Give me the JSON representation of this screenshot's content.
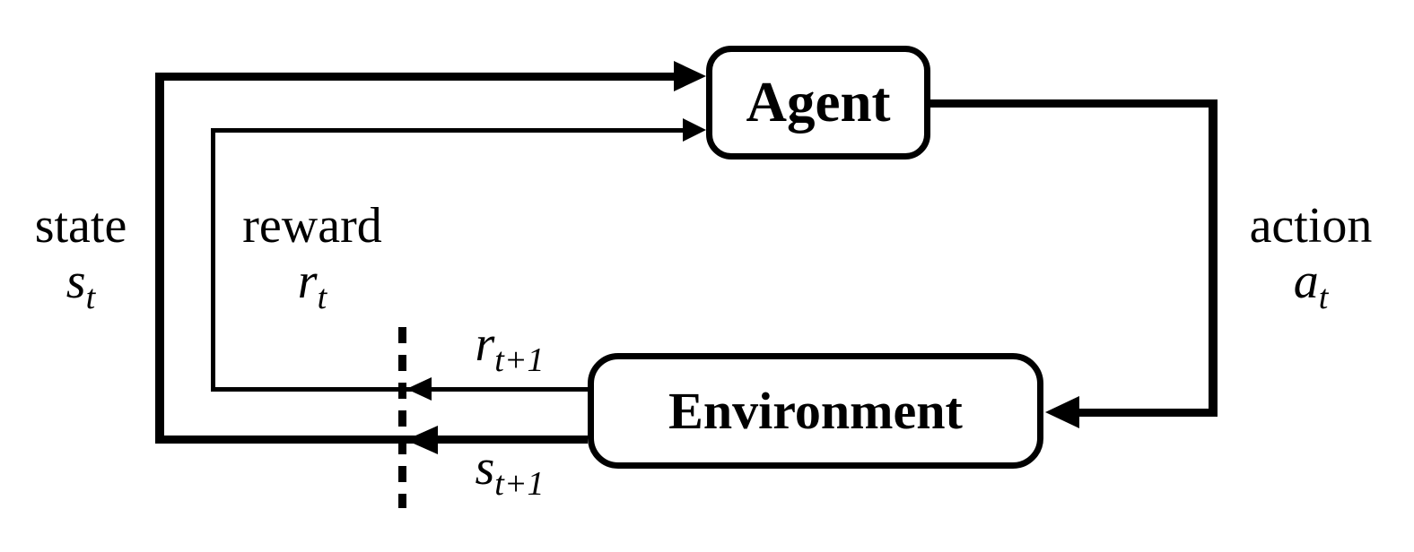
{
  "diagram": {
    "type": "flow-loop",
    "background_color": "#ffffff",
    "line_color": "#000000",
    "nodes": {
      "agent": {
        "label": "Agent"
      },
      "environment": {
        "label": "Environment"
      }
    },
    "signals": {
      "state": {
        "word": "state",
        "symbol": "s",
        "subscript": "t"
      },
      "reward": {
        "word": "reward",
        "symbol": "r",
        "subscript": "t"
      },
      "action": {
        "word": "action",
        "symbol": "a",
        "subscript": "t"
      },
      "next_reward": {
        "symbol": "r",
        "subscript": "t+1"
      },
      "next_state": {
        "symbol": "s",
        "subscript": "t+1"
      }
    },
    "edges": [
      {
        "from": "environment",
        "to": "agent",
        "signal": "state",
        "style": "thick"
      },
      {
        "from": "environment",
        "to": "agent",
        "signal": "reward",
        "style": "thin"
      },
      {
        "from": "agent",
        "to": "environment",
        "signal": "action",
        "style": "thick"
      },
      {
        "from": "environment",
        "to": "time-boundary",
        "signal": "next_reward",
        "style": "thin"
      },
      {
        "from": "environment",
        "to": "time-boundary",
        "signal": "next_state",
        "style": "thick"
      }
    ],
    "time_boundary": {
      "style": "dashed-vertical"
    }
  }
}
